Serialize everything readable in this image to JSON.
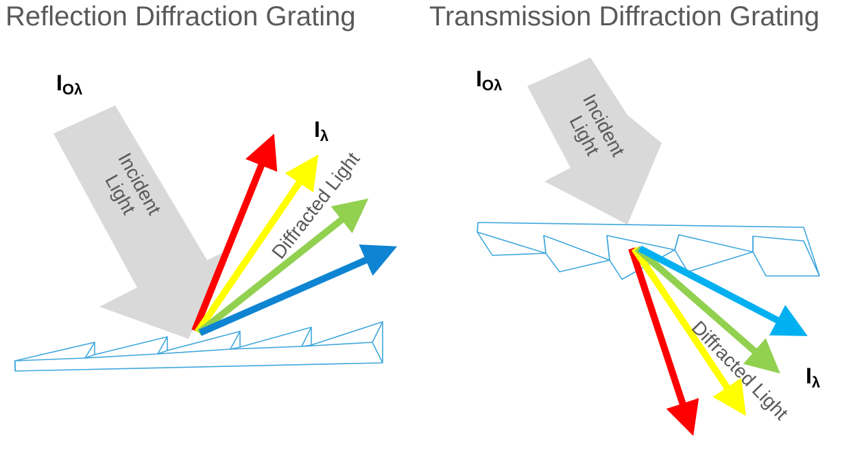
{
  "left_panel": {
    "title": "Reflection Diffraction Grating",
    "incident_symbol_base": "I",
    "incident_symbol_sub": "Oλ",
    "diffracted_symbol_base": "I",
    "diffracted_symbol_sub": "λ",
    "incident_label_line1": "Incident",
    "incident_label_line2": "Light",
    "diffracted_label": "Diffracted Light"
  },
  "right_panel": {
    "title": "Transmission Diffraction Grating",
    "incident_symbol_base": "I",
    "incident_symbol_sub": "Oλ",
    "diffracted_symbol_base": "I",
    "diffracted_symbol_sub": "λ",
    "incident_label_line1": "Incident",
    "incident_label_line2": "Light",
    "diffracted_label": "Diffracted Light"
  },
  "colors": {
    "incident_arrow": "#d9d9d9",
    "grating": "#3ea6dc",
    "red": "#ff0000",
    "yellow": "#ffff00",
    "green": "#92d050",
    "blue_reflection": "#0e84d2",
    "blue_transmission": "#00b0f0",
    "title_text": "#595959"
  }
}
